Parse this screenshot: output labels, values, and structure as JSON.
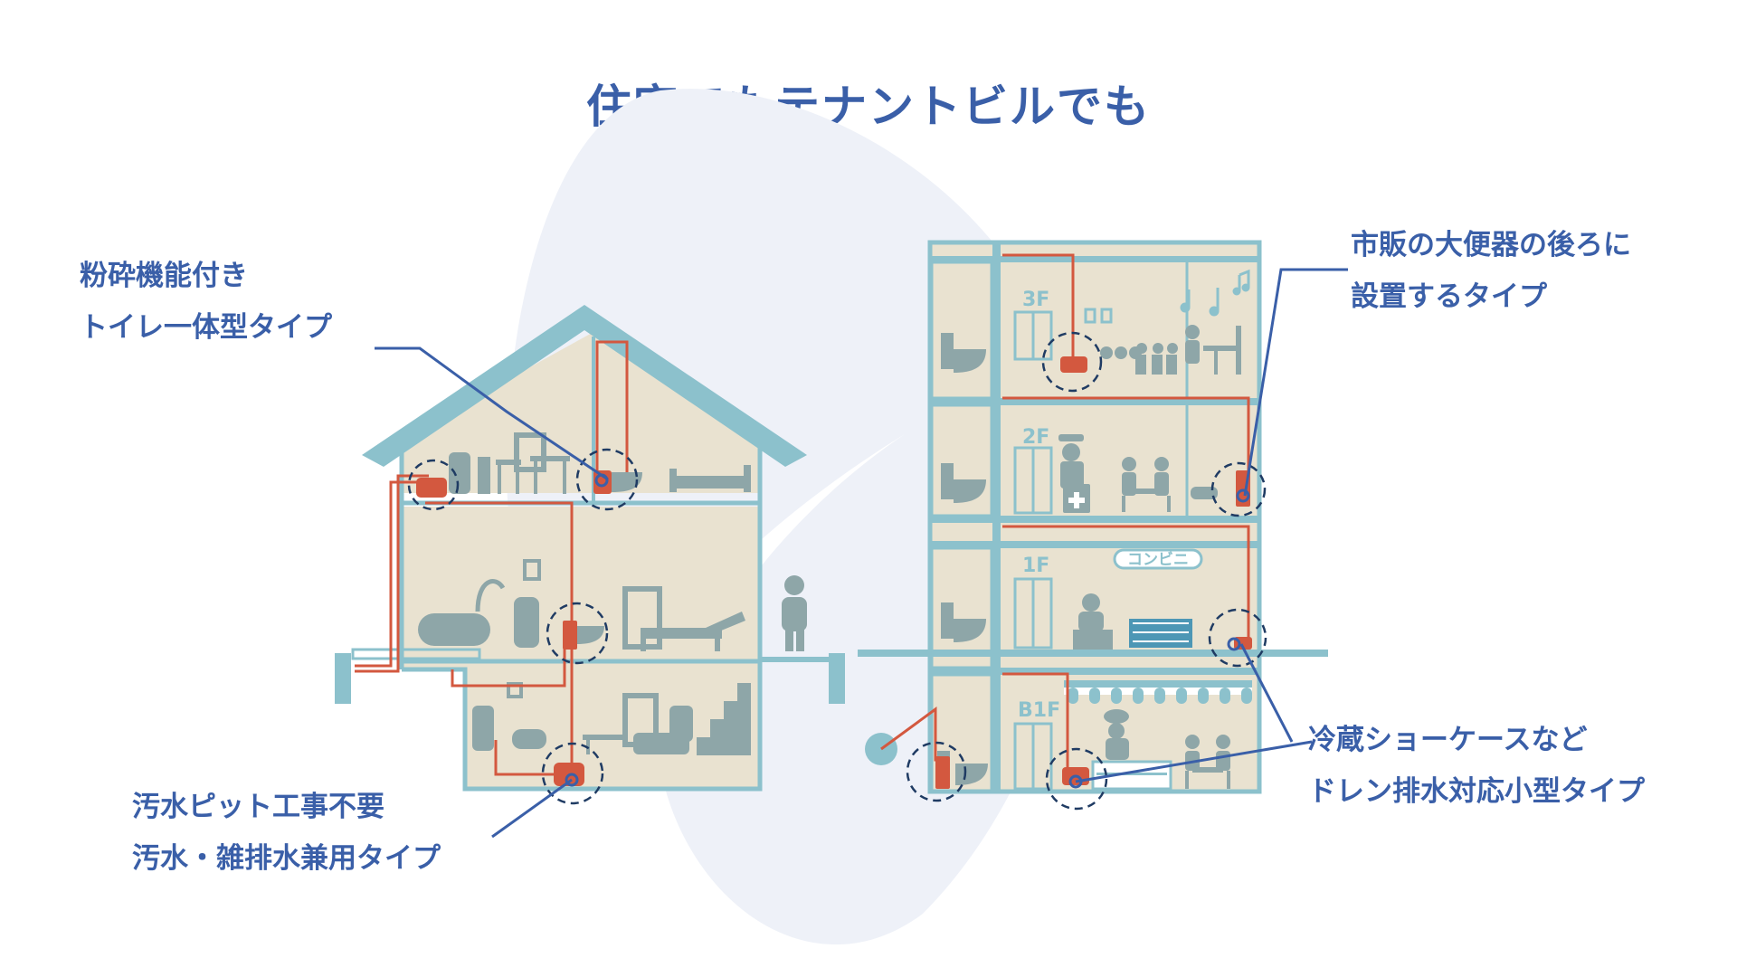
{
  "title": "住宅でもテナントビルでも",
  "colors": {
    "title": "#3a5fa8",
    "label": "#3a5fa8",
    "frame": "#8cc1cc",
    "wall": "#e9e2d0",
    "furniture": "#8ea6a8",
    "pipe": "#d3583f",
    "device": "#d3583f",
    "leader": "#3a5fa8",
    "blob": "#eef1f8"
  },
  "labels": {
    "house_toilet": {
      "line1": "粉砕機能付き",
      "line2": "トイレ一体型タイプ"
    },
    "house_pump": {
      "line1": "汚水ピット工事不要",
      "line2": "汚水・雑排水兼用タイプ"
    },
    "building_toilet": {
      "line1": "市販の大便器の後ろに",
      "line2": "設置するタイプ"
    },
    "building_drain": {
      "line1": "冷蔵ショーケースなど",
      "line2": "ドレン排水対応小型タイプ"
    }
  },
  "building": {
    "floors": {
      "f3": "3F",
      "f2": "2F",
      "f1": "1F",
      "b1": "B1F"
    },
    "store_sign": "コンビニ"
  },
  "icons": [
    "person-icon",
    "toilet-icon",
    "bathtub-icon",
    "shower-icon",
    "bed-icon",
    "sofa-icon",
    "sink-icon",
    "music-note-icon",
    "medical-cross-icon",
    "elevator-icon",
    "chef-icon",
    "pump-icon"
  ]
}
